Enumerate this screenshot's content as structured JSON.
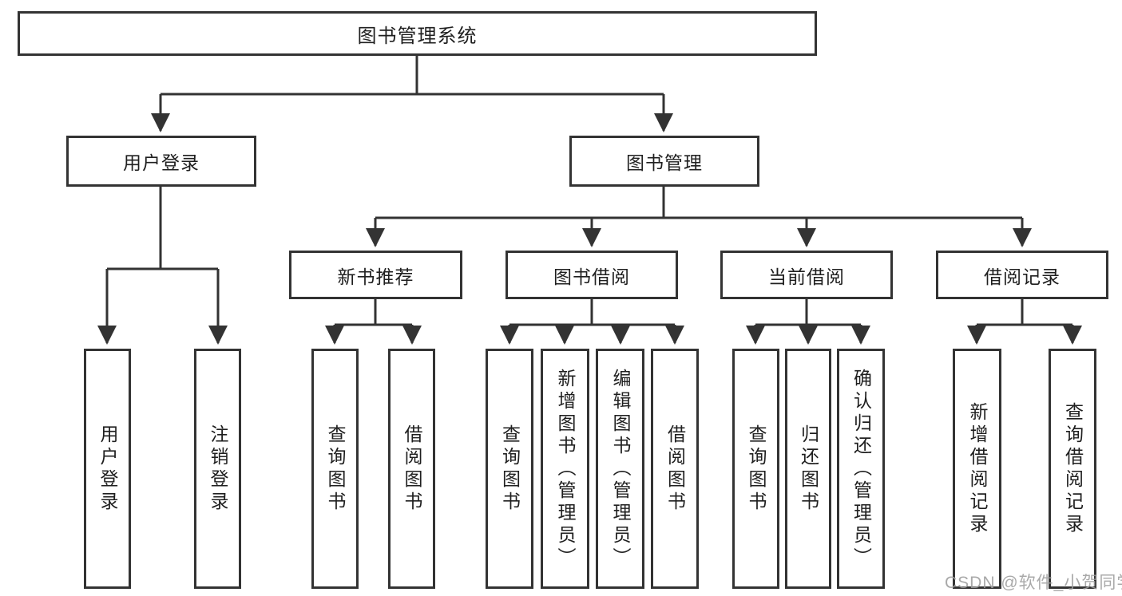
{
  "diagram": {
    "root": {
      "label": "图书管理系统"
    },
    "level2": [
      {
        "label": "用户登录"
      },
      {
        "label": "图书管理"
      }
    ],
    "level3": [
      {
        "label": "新书推荐"
      },
      {
        "label": "图书借阅"
      },
      {
        "label": "当前借阅"
      },
      {
        "label": "借阅记录"
      }
    ],
    "leaves": [
      {
        "label": "用户登录"
      },
      {
        "label": "注销登录"
      },
      {
        "label": "查询图书"
      },
      {
        "label": "借阅图书"
      },
      {
        "label": "查询图书"
      },
      {
        "label": "新增图书（管理员）"
      },
      {
        "label": "编辑图书（管理员）"
      },
      {
        "label": "借阅图书"
      },
      {
        "label": "查询图书"
      },
      {
        "label": "归还图书"
      },
      {
        "label": "确认归还（管理员）"
      },
      {
        "label": "新增借阅记录"
      },
      {
        "label": "查询借阅记录"
      }
    ]
  },
  "watermark": {
    "text": "CSDN @软件_小贺同学"
  },
  "colors": {
    "line": "#333333",
    "box_border": "#333333",
    "text": "#1f1f1f",
    "watermark": "#9e9e9e",
    "background": "#ffffff"
  }
}
